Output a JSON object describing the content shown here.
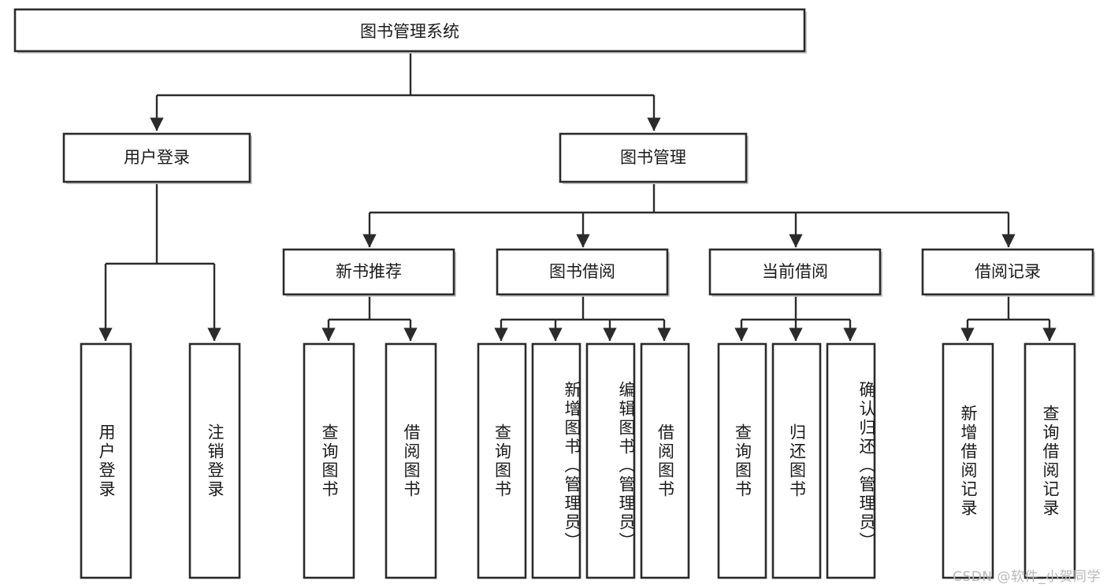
{
  "diagram": {
    "type": "tree-hierarchy-chart",
    "title": "图书管理系统",
    "orientation": "top-down",
    "colors": {
      "box_fill": "#ffffff",
      "box_stroke": "#2b2b2b",
      "connector": "#2b2b2b",
      "text": "#1a1a1a",
      "background": "#ffffff",
      "watermark": "#b8b8b8"
    },
    "root": {
      "label": "图书管理系统"
    },
    "level2": [
      {
        "label": "用户登录"
      },
      {
        "label": "图书管理"
      }
    ],
    "level3": [
      {
        "label": "新书推荐"
      },
      {
        "label": "图书借阅"
      },
      {
        "label": "当前借阅"
      },
      {
        "label": "借阅记录"
      }
    ],
    "leaves": {
      "user_login": [
        {
          "label": "用户登录"
        },
        {
          "label": "注销登录"
        }
      ],
      "new_book_recommend": [
        {
          "label": "查询图书"
        },
        {
          "label": "借阅图书"
        }
      ],
      "book_borrow": [
        {
          "label": "查询图书"
        },
        {
          "label": "新增图书（管理员）"
        },
        {
          "label": "编辑图书（管理员）"
        },
        {
          "label": "借阅图书"
        }
      ],
      "current_borrow": [
        {
          "label": "查询图书"
        },
        {
          "label": "归还图书"
        },
        {
          "label": "确认归还（管理员）"
        }
      ],
      "borrow_record": [
        {
          "label": "新增借阅记录"
        },
        {
          "label": "查询借阅记录"
        }
      ]
    }
  },
  "watermark": {
    "text": "CSDN @软件_小贺同学"
  }
}
